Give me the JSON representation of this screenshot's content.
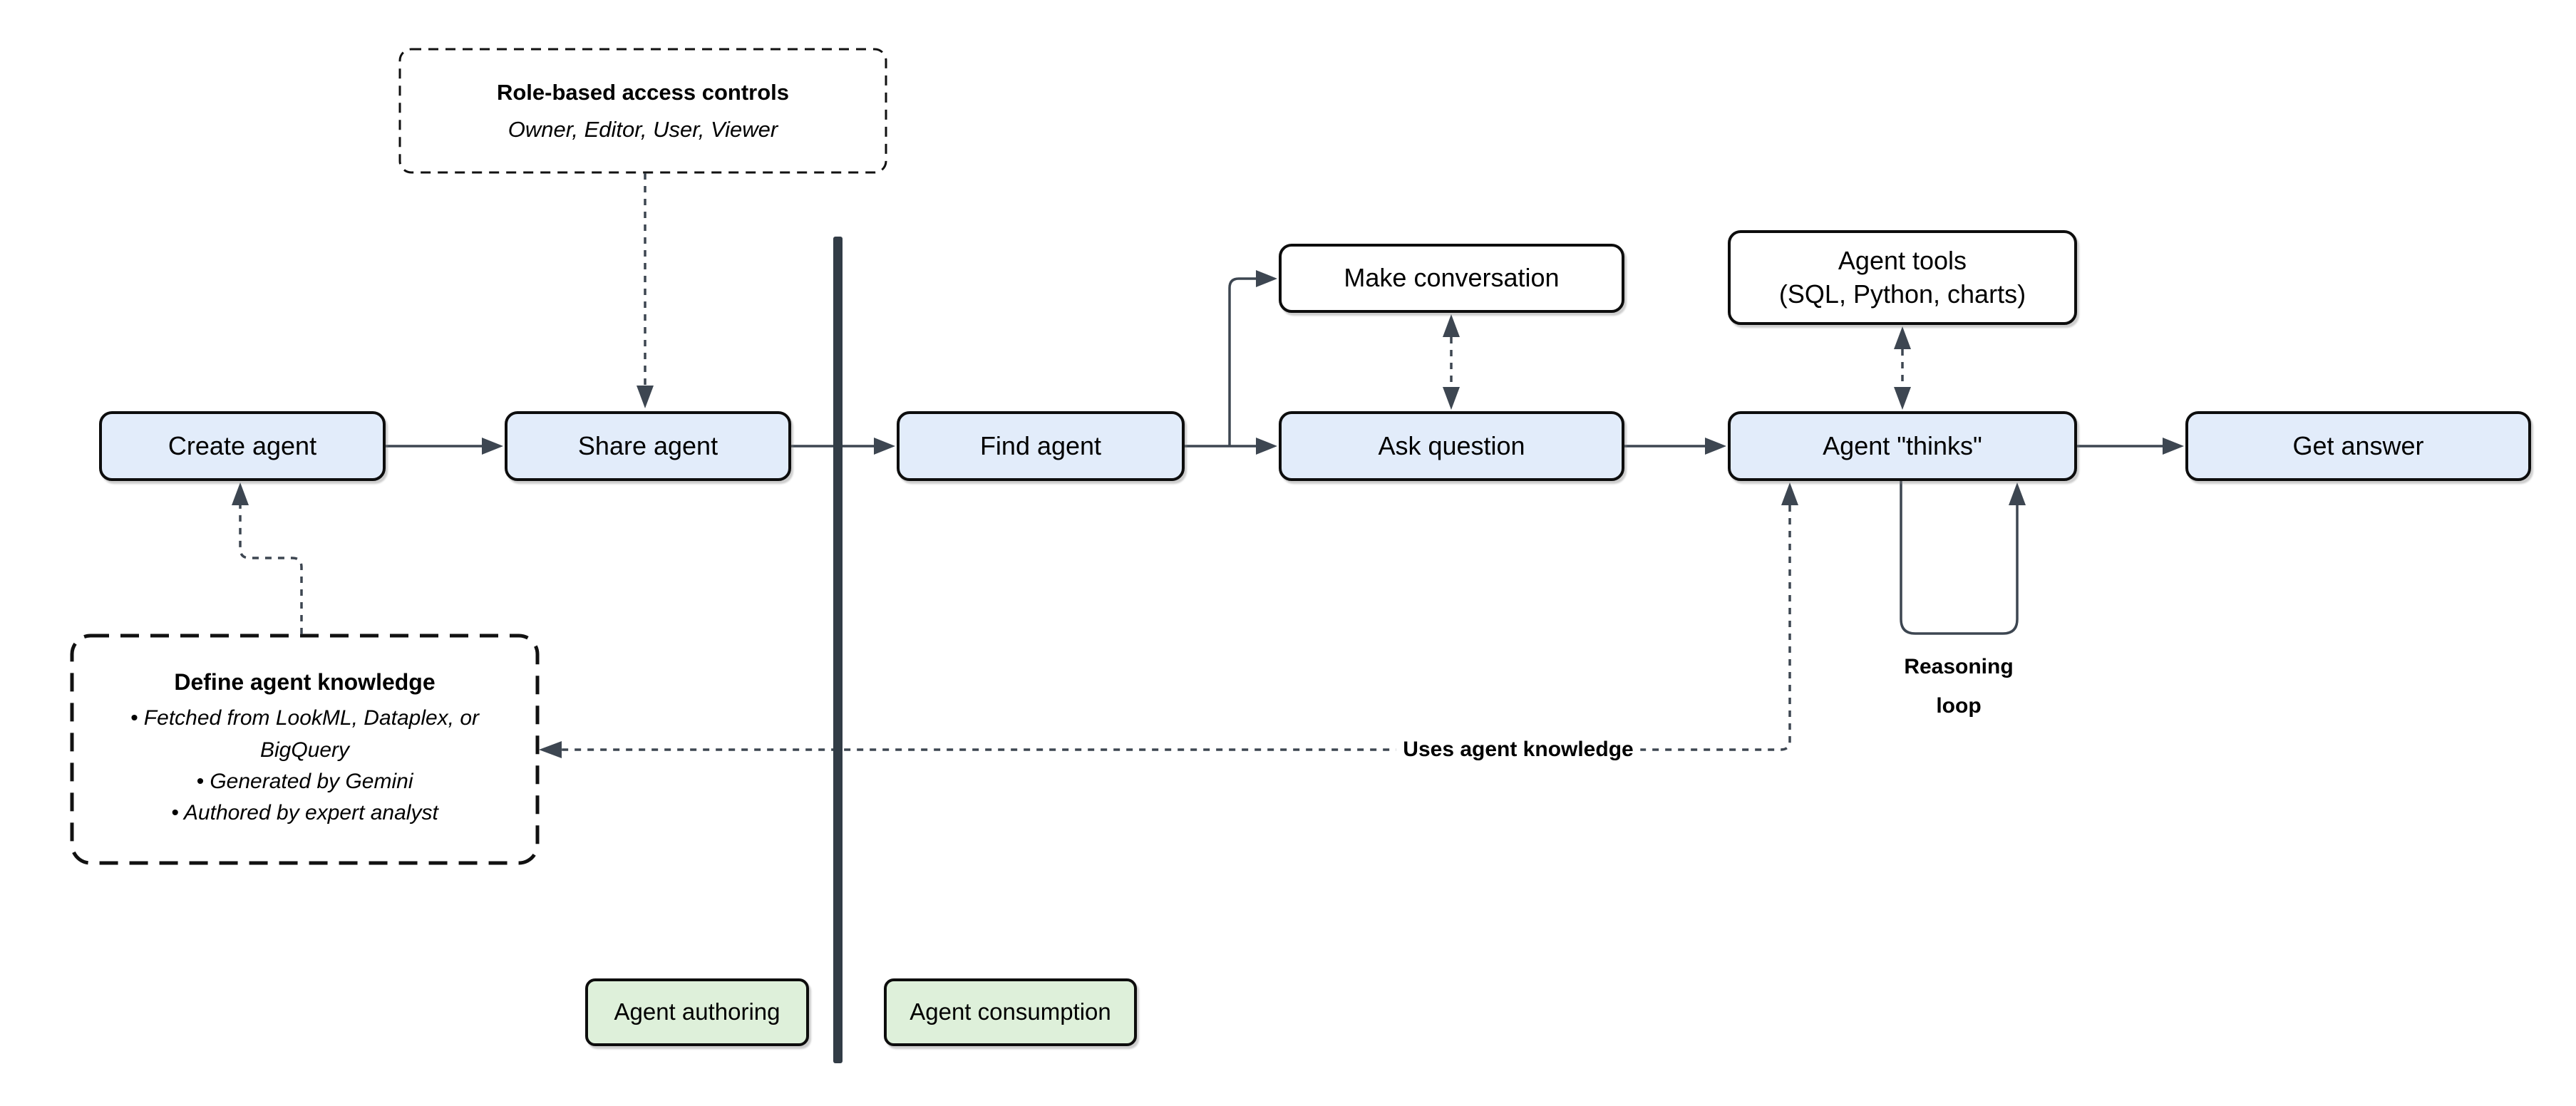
{
  "diagram": {
    "nodes": {
      "create_agent": "Create agent",
      "share_agent": "Share agent",
      "find_agent": "Find agent",
      "make_conversation": "Make conversation",
      "ask_question": "Ask question",
      "agent_tools_line1": "Agent tools",
      "agent_tools_line2": "(SQL, Python, charts)",
      "agent_thinks": "Agent \"thinks\"",
      "get_answer": "Get answer"
    },
    "notes": {
      "rbac": {
        "title": "Role-based access controls",
        "subtitle": "Owner, Editor, User, Viewer"
      },
      "knowledge": {
        "title": "Define agent knowledge",
        "bullets": [
          "• Fetched from LookML, Dataplex, or BigQuery",
          "• Generated by Gemini",
          "• Authored by expert analyst"
        ]
      }
    },
    "edge_labels": {
      "uses_knowledge": "Uses agent knowledge",
      "reasoning_loop": "Reasoning loop"
    },
    "zones": {
      "authoring": "Agent authoring",
      "consumption": "Agent consumption"
    },
    "colors": {
      "node_fill": "#e2ecfa",
      "node_border": "#0d0d0d",
      "zone_fill": "#def0da",
      "connector": "#3d4651",
      "divider": "#323c46"
    }
  }
}
